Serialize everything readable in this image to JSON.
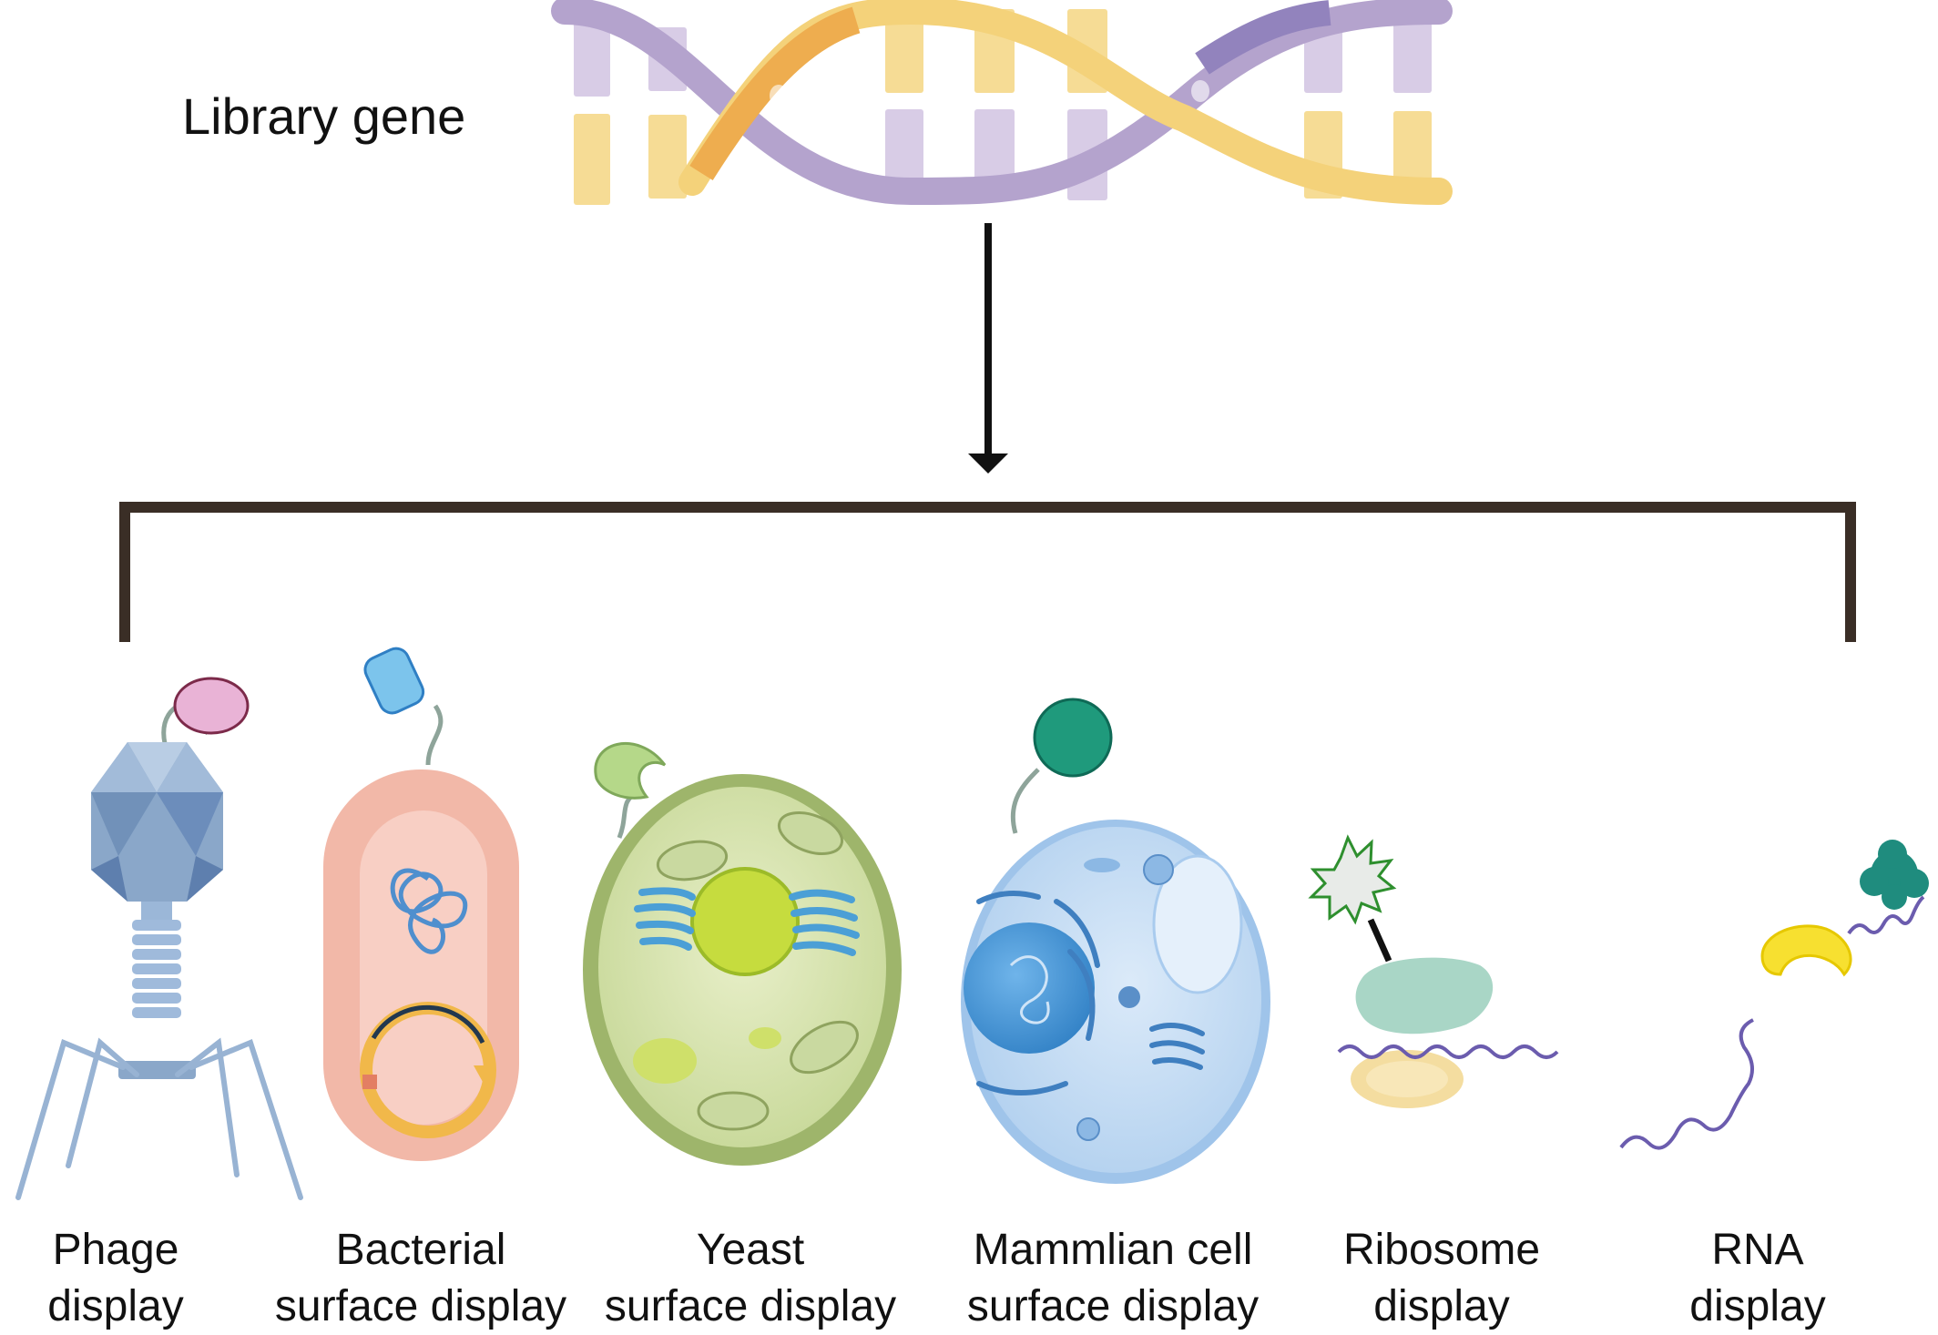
{
  "title": "Library gene",
  "colors": {
    "strand_purple": "#b4a3cd",
    "strand_yellow": "#f4d27a",
    "strand_orange": "#eead4f",
    "bracket": "#3a2e26",
    "phage": "#8aa7c9",
    "bacterium": "#f2b8a8",
    "yeast": "#a8be72",
    "mammalian": "#a9cbee",
    "ribosome_protein": "#a9d6c6",
    "rna_protein": "#f7e030",
    "linker_rna": "#7060b0"
  },
  "methods": [
    {
      "id": "phage",
      "icon": "bacteriophage-icon",
      "line1": "Phage",
      "line2": "display"
    },
    {
      "id": "bacterial",
      "icon": "bacterium-icon",
      "line1": "Bacterial",
      "line2": "surface display"
    },
    {
      "id": "yeast",
      "icon": "yeast-cell-icon",
      "line1": "Yeast",
      "line2": "surface display"
    },
    {
      "id": "mammalian",
      "icon": "mammalian-cell-icon",
      "line1": "Mammlian cell",
      "line2": "surface display"
    },
    {
      "id": "ribosome",
      "icon": "ribosome-icon",
      "line1": "Ribosome",
      "line2": "display"
    },
    {
      "id": "rna",
      "icon": "rna-complex-icon",
      "line1": "RNA",
      "line2": "display"
    }
  ]
}
